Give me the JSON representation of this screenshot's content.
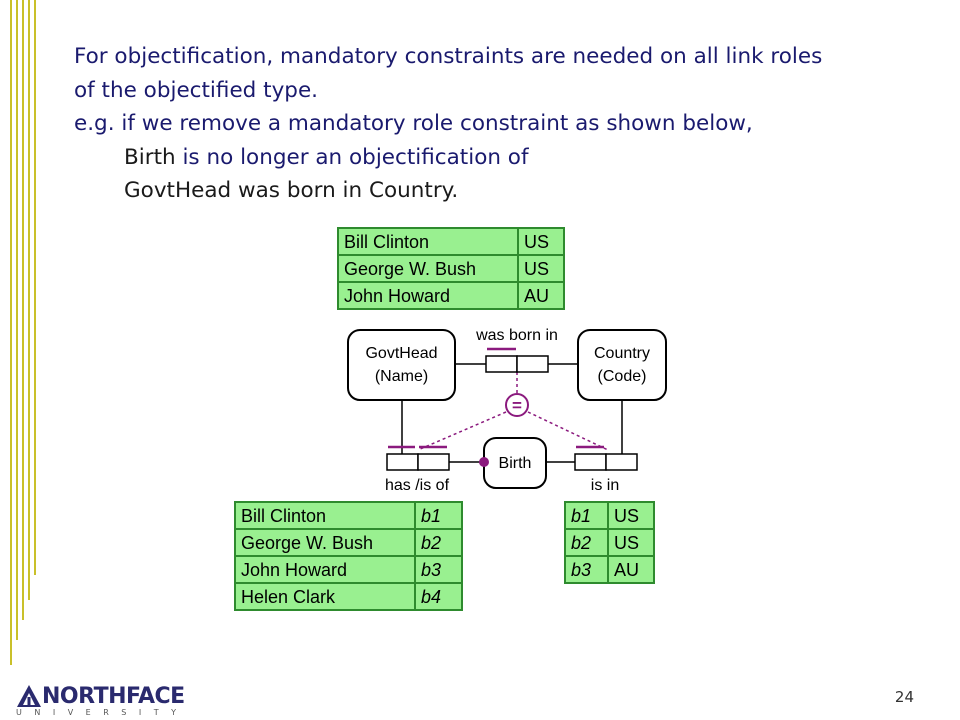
{
  "slide": {
    "paragraphs": [
      "For objectification, mandatory constraints are needed on all link roles",
      "of the objectified type.",
      "e.g. if we remove a mandatory role constraint as shown below,"
    ],
    "line_birth_name": "Birth",
    "line_birth_rest": " is no longer an objectification of",
    "line_govthead": "GovtHead was born in Country.",
    "page_number": "24"
  },
  "diagram": {
    "entities": {
      "govthead": {
        "name": "GovtHead",
        "mode": "(Name)"
      },
      "country": {
        "name": "Country",
        "mode": "(Code)"
      },
      "birth": {
        "name": "Birth"
      }
    },
    "fact_labels": {
      "was_born_in": "was born in",
      "has_is_of": "has /is of",
      "is_in": "is in"
    },
    "equality_symbol": "=",
    "tables": {
      "top": [
        [
          "Bill Clinton",
          "US"
        ],
        [
          "George W. Bush",
          "US"
        ],
        [
          "John Howard",
          "AU"
        ]
      ],
      "left": [
        [
          "Bill Clinton",
          "b1"
        ],
        [
          "George W. Bush",
          "b2"
        ],
        [
          "John Howard",
          "b3"
        ],
        [
          "Helen Clark",
          "b4"
        ]
      ],
      "right": [
        [
          "b1",
          "US"
        ],
        [
          "b2",
          "US"
        ],
        [
          "b3",
          "AU"
        ]
      ]
    },
    "colors": {
      "table_fill": "#99f090",
      "table_border": "#2e8b2e",
      "constraint": "#8b1a7e",
      "outline": "#000000"
    }
  },
  "logo": {
    "word": "NORTHFACE",
    "sub": "UNIVERSITY",
    "mark_icon": "triangle-logo-icon"
  }
}
